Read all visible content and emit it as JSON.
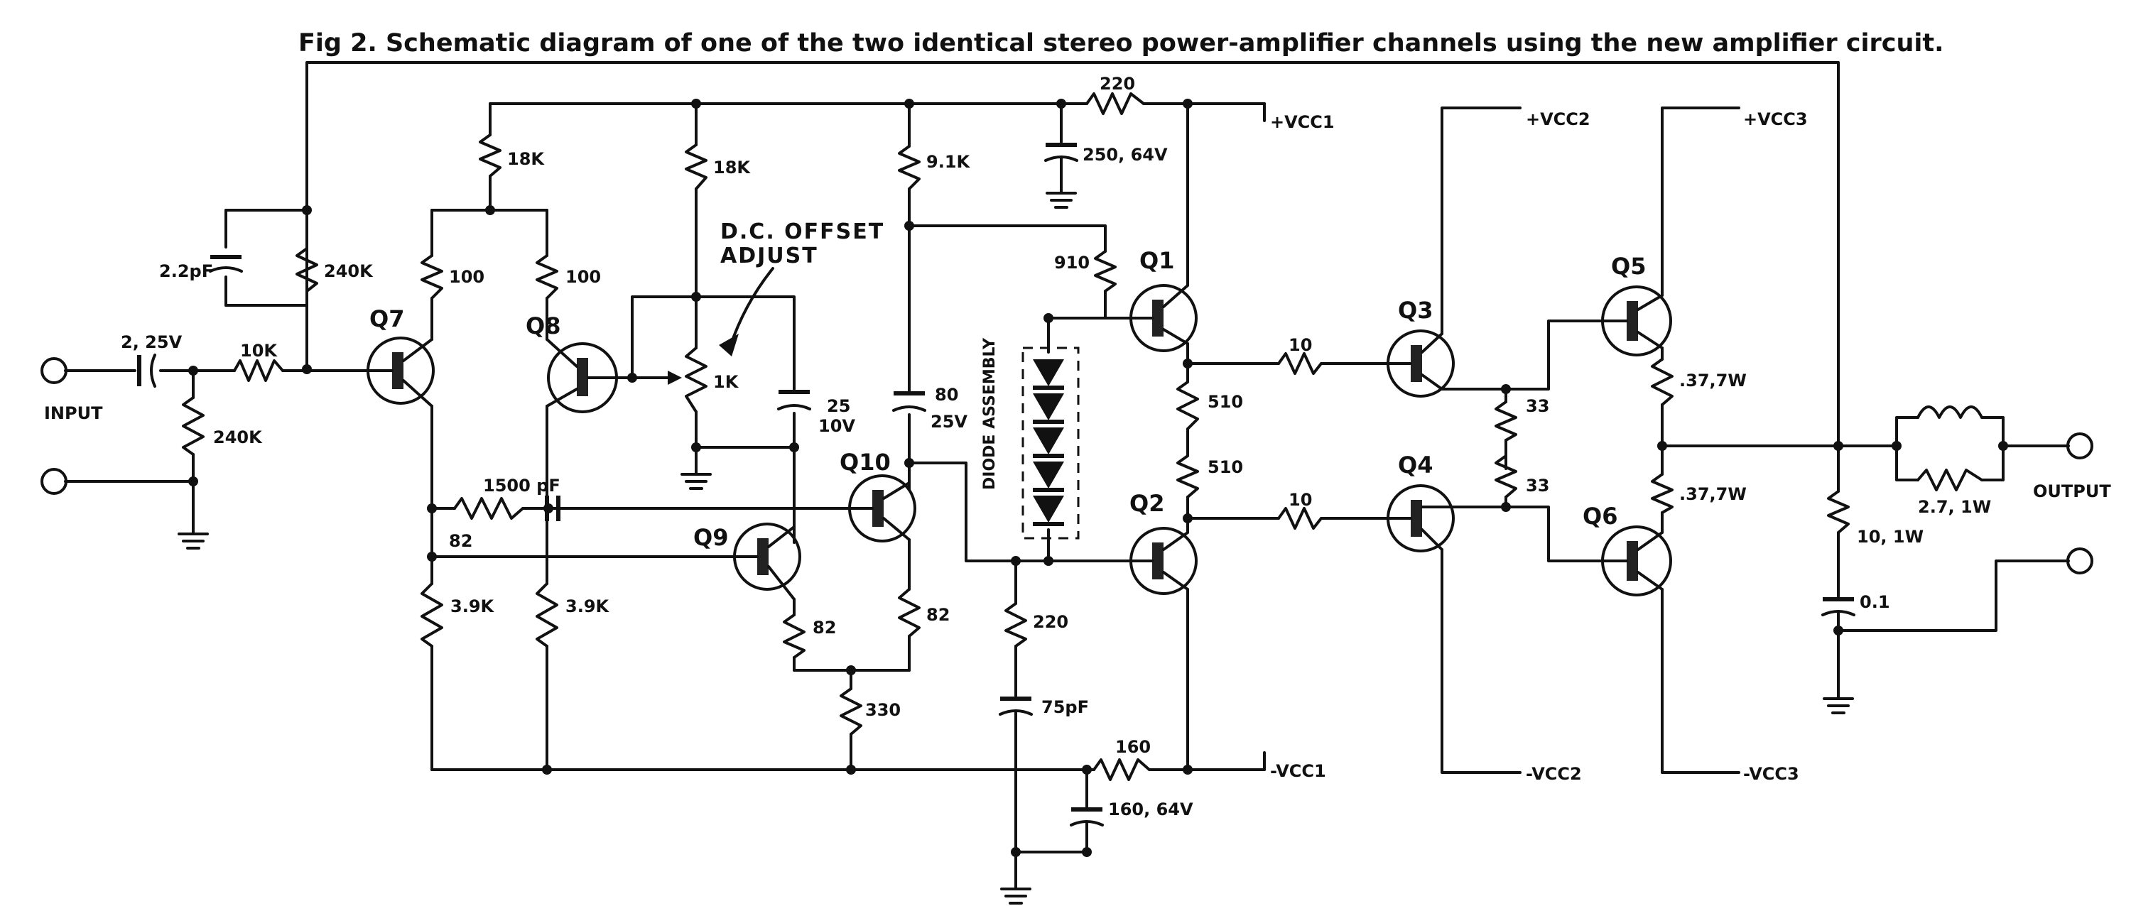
{
  "title": "Fig 2. Schematic diagram of one of the two identical stereo power-amplifier channels using the new amplifier circuit.",
  "labels": {
    "input": "INPUT",
    "output": "OUTPUT",
    "offset_adjust_line1": "D.C. OFFSET",
    "offset_adjust_line2": "ADJUST",
    "diode_assembly": "DIODE ASSEMBLY"
  },
  "rails": {
    "vcc1_pos": "+VCC1",
    "vcc2_pos": "+VCC2",
    "vcc3_pos": "+VCC3",
    "vcc1_neg": "-VCC1",
    "vcc2_neg": "-VCC2",
    "vcc3_neg": "-VCC3"
  },
  "transistors": {
    "q1": "Q1",
    "q2": "Q2",
    "q3": "Q3",
    "q4": "Q4",
    "q5": "Q5",
    "q6": "Q6",
    "q7": "Q7",
    "q8": "Q8",
    "q9": "Q9",
    "q10": "Q10"
  },
  "components": {
    "c_input": "2, 25V",
    "r_input": "10K",
    "r_input_shunt": "240K",
    "c_feedback": "2.2pF",
    "r_feedback": "240K",
    "r_q7_top": "18K",
    "r_q7_emit": "100",
    "r_q8_emit": "100",
    "r_pot_top": "18K",
    "r_pot": "1K",
    "c_25": "25",
    "c_25_v": "10V",
    "r_91k": "9.1K",
    "c_80": "80",
    "c_80_v": "25V",
    "r_910": "910",
    "r_220_top": "220",
    "c_250": "250, 64V",
    "r_1500": "1500 pF",
    "r_82_left": "82",
    "r_39k_a": "3.9K",
    "r_39k_b": "3.9K",
    "r_82_q9": "82",
    "r_82_q10": "82",
    "r_330": "330",
    "r_220_bot": "220",
    "c_75": "75pF",
    "r_160": "160",
    "c_160": "160, 64V",
    "r_510_a": "510",
    "r_510_b": "510",
    "r_10_a": "10",
    "r_10_b": "10",
    "r_33_a": "33",
    "r_33_b": "33",
    "r_37_a": ".37,7W",
    "r_37_b": ".37,7W",
    "r_27": "2.7, 1W",
    "r_10_1w": "10, 1W",
    "c_01": "0.1"
  }
}
